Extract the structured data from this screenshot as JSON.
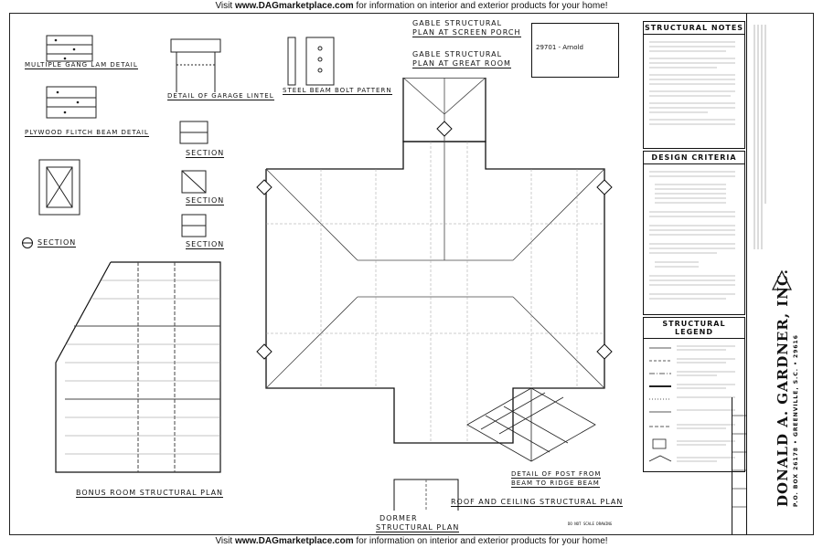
{
  "banner": {
    "prefix": "Visit ",
    "site": "www.DAGmarketplace.com",
    "suffix": " for information on interior and exterior products for your home!"
  },
  "details": {
    "multiple_gang_lam": "MULTIPLE GANG LAM DETAIL",
    "plywood_flitch": "PLYWOOD FLITCH BEAM DETAIL",
    "garage_lintel": "DETAIL OF GARAGE LINTEL",
    "steel_beam_bolt": "STEEL BEAM BOLT PATTERN",
    "section_1": "SECTION",
    "section_2": "SECTION",
    "section_3": "SECTION",
    "section_4": "SECTION",
    "gable_screen_porch_1": "GABLE STRUCTURAL",
    "gable_screen_porch_2": "PLAN AT SCREEN PORCH",
    "gable_great_room_1": "GABLE STRUCTURAL",
    "gable_great_room_2": "PLAN AT GREAT ROOM",
    "post_detail_1": "DETAIL OF POST FROM",
    "post_detail_2": "BEAM TO RIDGE BEAM",
    "dormer_1": "DORMER",
    "dormer_2": "STRUCTURAL PLAN"
  },
  "plans": {
    "bonus_room": "BONUS ROOM STRUCTURAL PLAN",
    "roof_ceiling": "ROOF AND CEILING STRUCTURAL PLAN"
  },
  "stamp": {
    "plan_no": "29701 - Arnold"
  },
  "panels": {
    "structural_notes": "STRUCTURAL NOTES",
    "design_criteria": "DESIGN CRITERIA",
    "structural_legend": "STRUCTURAL LEGEND"
  },
  "title_block": {
    "company": "DONALD A. GARDNER, INC.",
    "address": "P.O. BOX 26178 • GREENVILLE, S.C. • 29616"
  },
  "footer_note": "DO NOT SCALE DRAWING"
}
